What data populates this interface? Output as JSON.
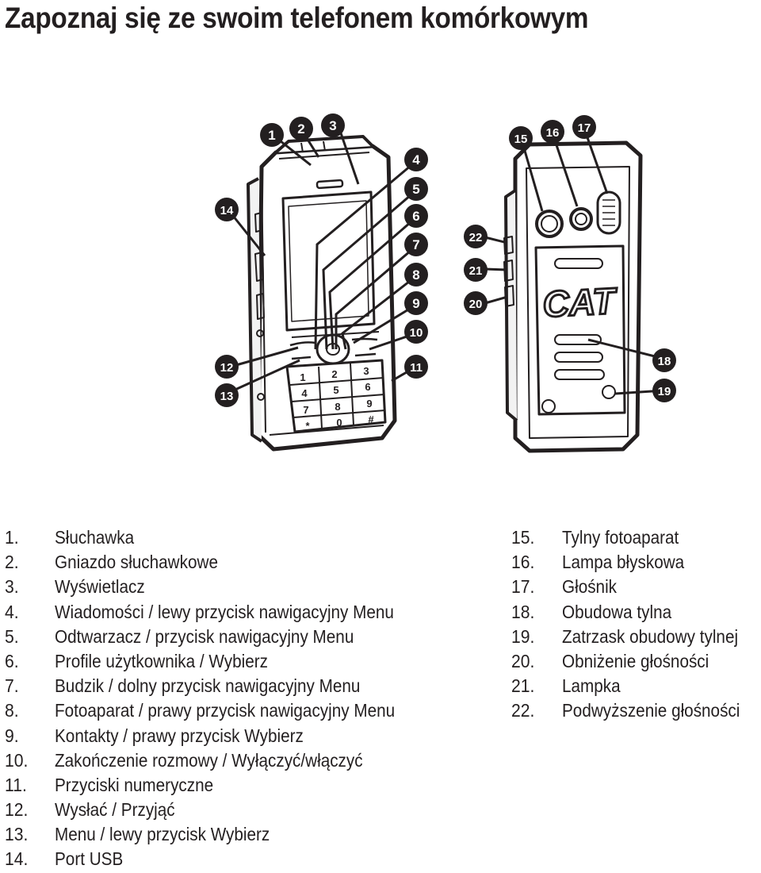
{
  "page": {
    "title": "Zapoznaj się ze swoim telefonem komórkowym"
  },
  "diagram": {
    "keypad_keys": [
      "1",
      "2",
      "3",
      "4",
      "5",
      "6",
      "7",
      "8",
      "9",
      "*",
      "0",
      "#"
    ],
    "logo_text": "CAT",
    "callouts_front": [
      "1",
      "2",
      "3",
      "4",
      "5",
      "6",
      "7",
      "8",
      "9",
      "10",
      "11",
      "12",
      "13",
      "14"
    ],
    "callouts_back": [
      "15",
      "16",
      "17",
      "18",
      "19",
      "20",
      "21",
      "22"
    ]
  },
  "legend_left": [
    {
      "num": "1.",
      "label": "Słuchawka"
    },
    {
      "num": "2.",
      "label": "Gniazdo słuchawkowe"
    },
    {
      "num": "3.",
      "label": "Wyświetlacz"
    },
    {
      "num": "4.",
      "label": "Wiadomości / lewy przycisk nawigacyjny Menu"
    },
    {
      "num": "5.",
      "label": "Odtwarzacz / przycisk nawigacyjny Menu"
    },
    {
      "num": "6.",
      "label": "Profile użytkownika / Wybierz"
    },
    {
      "num": "7.",
      "label": "Budzik / dolny przycisk nawigacyjny Menu"
    },
    {
      "num": "8.",
      "label": "Fotoaparat / prawy przycisk nawigacyjny Menu"
    },
    {
      "num": "9.",
      "label": "Kontakty / prawy przycisk Wybierz"
    },
    {
      "num": "10.",
      "label": "Zakończenie rozmowy / Wyłączyć/włączyć"
    },
    {
      "num": "11.",
      "label": "Przyciski numeryczne"
    },
    {
      "num": "12.",
      "label": "Wysłać / Przyjąć"
    },
    {
      "num": "13.",
      "label": "Menu / lewy przycisk Wybierz"
    },
    {
      "num": "14.",
      "label": "Port USB"
    }
  ],
  "legend_right": [
    {
      "num": "15.",
      "label": "Tylny fotoaparat"
    },
    {
      "num": "16.",
      "label": "Lampa błyskowa"
    },
    {
      "num": "17.",
      "label": "Głośnik"
    },
    {
      "num": "18.",
      "label": "Obudowa tylna"
    },
    {
      "num": "19.",
      "label": "Zatrzask obudowy tylnej"
    },
    {
      "num": "20.",
      "label": "Obniżenie głośności"
    },
    {
      "num": "21.",
      "label": "Lampka"
    },
    {
      "num": "22.",
      "label": "Podwyższenie głośności"
    }
  ]
}
